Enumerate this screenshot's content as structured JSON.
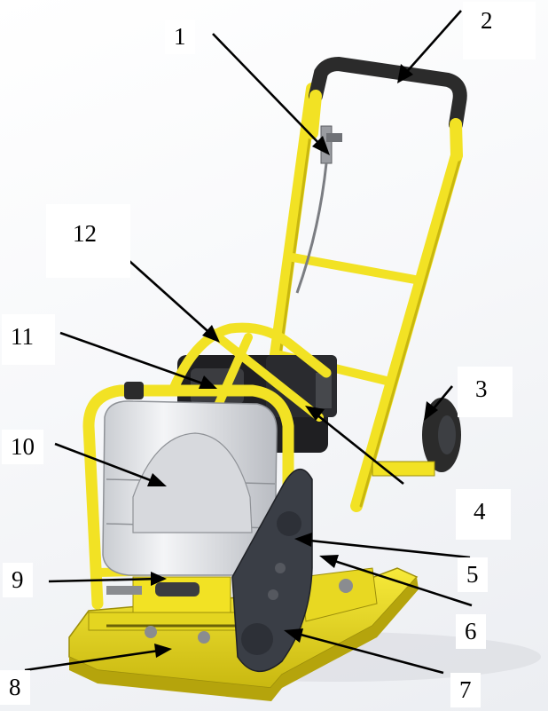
{
  "colors": {
    "frame": "#f2e224",
    "frame_shade": "#c8b70f",
    "rubber": "#2b2b2b",
    "tank": "#e9ebee",
    "belt_cover": "#3a3e46",
    "leader": "#000000"
  },
  "callouts": [
    {
      "number": "1"
    },
    {
      "number": "2"
    },
    {
      "number": "3"
    },
    {
      "number": "4"
    },
    {
      "number": "5"
    },
    {
      "number": "6"
    },
    {
      "number": "7"
    },
    {
      "number": "8"
    },
    {
      "number": "9"
    },
    {
      "number": "10"
    },
    {
      "number": "11"
    },
    {
      "number": "12"
    }
  ]
}
